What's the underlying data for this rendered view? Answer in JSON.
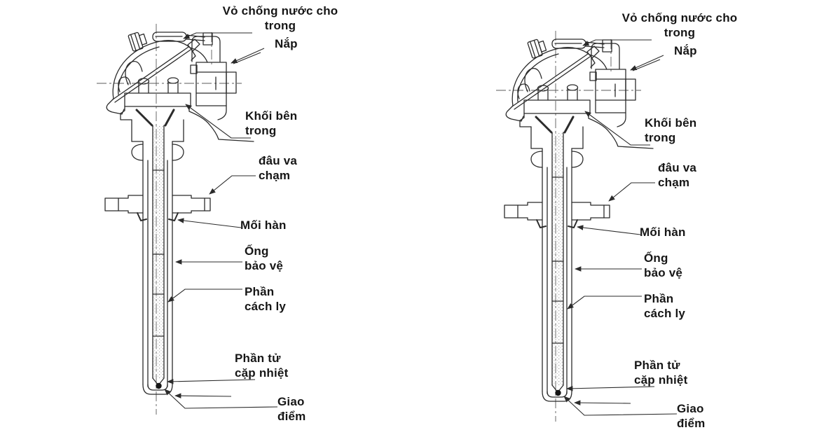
{
  "colors": {
    "ink": "#2b2b2b",
    "text": "#161616",
    "background": "#ffffff"
  },
  "figures": [
    {
      "name": "thermocouple-assembly-left",
      "labels": {
        "waterproof_cover": [
          "Vỏ chống nước cho",
          "trong"
        ],
        "cap": [
          "Nắp"
        ],
        "inner_block": [
          "Khối bên",
          "trong"
        ],
        "impact_head": [
          "đâu va",
          "chạm"
        ],
        "weld": [
          "Mối hàn"
        ],
        "protection_tube": [
          "Ống",
          "bảo vệ"
        ],
        "insulator": [
          "Phần",
          "cách ly"
        ],
        "thermocouple_element": [
          "Phần tử",
          "cặp nhiệt"
        ],
        "junction": [
          "Giao",
          "điểm"
        ]
      }
    },
    {
      "name": "thermocouple-assembly-right",
      "labels": {
        "waterproof_cover": [
          "Vỏ chống nước cho",
          "trong"
        ],
        "cap": [
          "Nắp"
        ],
        "inner_block": [
          "Khối bên",
          "trong"
        ],
        "impact_head": [
          "đâu va",
          "chạm"
        ],
        "weld": [
          "Mối hàn"
        ],
        "protection_tube": [
          "Ống",
          "bảo vệ"
        ],
        "insulator": [
          "Phần",
          "cách ly"
        ],
        "thermocouple_element": [
          "Phần tử",
          "cặp nhiệt"
        ],
        "junction": [
          "Giao",
          "điểm"
        ]
      }
    }
  ]
}
